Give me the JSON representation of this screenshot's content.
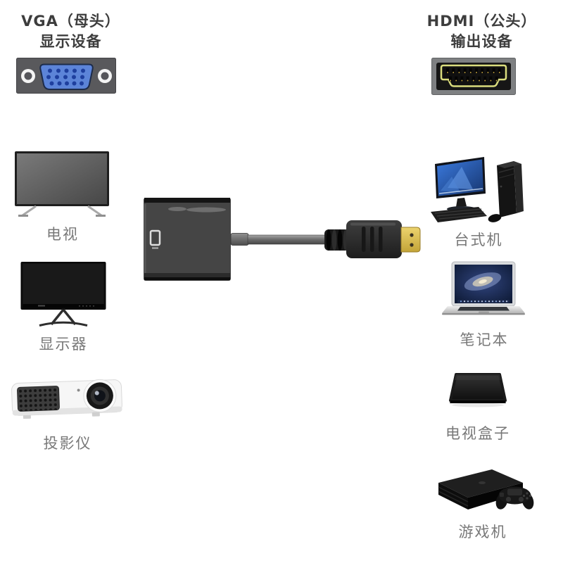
{
  "headers": {
    "vga": {
      "line1": "VGA（母头）",
      "line2": "显示设备"
    },
    "hdmi": {
      "line1": "HDMI（公头）",
      "line2": "输出设备"
    }
  },
  "devices": {
    "tv": {
      "label": "电视"
    },
    "monitor": {
      "label": "显示器"
    },
    "projector": {
      "label": "投影仪"
    },
    "desktop": {
      "label": "台式机"
    },
    "laptop": {
      "label": "笔记本"
    },
    "tv_box": {
      "label": "电视盒子"
    },
    "game_console": {
      "label": "游戏机"
    }
  },
  "graphics": {
    "vga_connector": "vga-female-port",
    "hdmi_connector": "hdmi-male-plug",
    "adapter": "hdmi-male-to-vga-female-adapter-cable"
  },
  "colors": {
    "background": "#ffffff",
    "title_text": "#3d3d3d",
    "label_text": "#787878",
    "vga_port_blue": "#5c84d8",
    "vga_panel_gray": "#59595c",
    "hdmi_outline_yellow": "#d9dc7d",
    "hdmi_panel_gray": "#7e8082",
    "hdmi_plug_gold": "#d9b946",
    "adapter_body_gray": "#454545"
  }
}
